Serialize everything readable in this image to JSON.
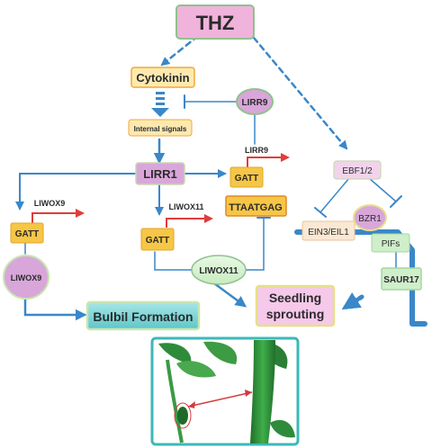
{
  "nodes": {
    "thz": "THZ",
    "cytokinin": "Cytokinin",
    "internal_signals": "Internal signals",
    "lirr9_top": "LIRR9",
    "lirr9_gene": "LIRR9",
    "lirr1": "LIRR1",
    "gatt_lirr9": "GATT",
    "ttaatgag": "TTAATGAG",
    "liwox9_gene": "LIWOX9",
    "liwox11_gene": "LIWOX11",
    "gatt_left": "GATT",
    "gatt_mid": "GATT",
    "liwox9_protein": "LIWOX9",
    "liwox11_protein": "LIWOX11",
    "bulbil_formation": "Bulbil Formation",
    "seedling_sprouting_line1": "Seedling",
    "seedling_sprouting_line2": "sprouting",
    "ebf12": "EBF1/2",
    "bzr1": "BZR1",
    "ein3_eil1": "EIN3/EIL1",
    "pifs": "PIFs",
    "saur17": "SAUR17"
  },
  "colors": {
    "arrow_blue": "#3a87c9",
    "thz_fill": "#f0b3dc",
    "cytokinin_fill": "#fde9b0",
    "gatt_fill": "#f6c646",
    "lirr_fill": "#d9a6da",
    "bulbil_fill": "#7fd6d6",
    "seedling_fill": "#f6c8ea",
    "promoter_red": "#e23b3b",
    "plant_green": "#2e8b3a"
  }
}
